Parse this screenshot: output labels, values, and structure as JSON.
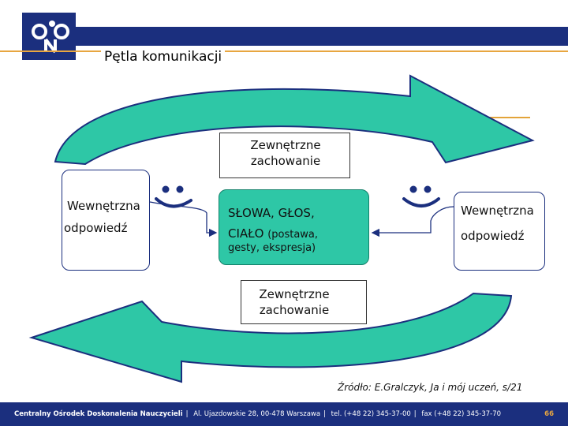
{
  "header": {
    "title": "Pętla komunikacji"
  },
  "diagram": {
    "left_box": {
      "line1": "Wewnętrzna",
      "line2": "odpowiedź"
    },
    "right_box": {
      "line1": "Wewnętrzna",
      "line2": "odpowiedź"
    },
    "top_box": {
      "line1": "Zewnętrzne",
      "line2": "zachowanie"
    },
    "bottom_box": {
      "line1": "Zewnętrzne",
      "line2": "zachowanie"
    },
    "center_box": {
      "line1": "SŁOWA, GŁOS,",
      "line2_main": "CIAŁO",
      "line2_note": "(postawa,",
      "line3": "gesty, ekspresja)"
    },
    "colors": {
      "arrow_fill": "#2ec7a6",
      "arrow_stroke": "#1b2f7e",
      "accent": "#e3a43a"
    }
  },
  "source": "Źródło: E.Gralczyk, Ja i mój uczeń, s/21",
  "footer": {
    "org": "Centralny Ośrodek Doskonalenia Nauczycieli",
    "address": "Al. Ujazdowskie 28, 00-478 Warszawa",
    "phone": "tel. (+48 22) 345-37-00",
    "fax": "fax (+48 22) 345-37-70",
    "page": "66"
  }
}
